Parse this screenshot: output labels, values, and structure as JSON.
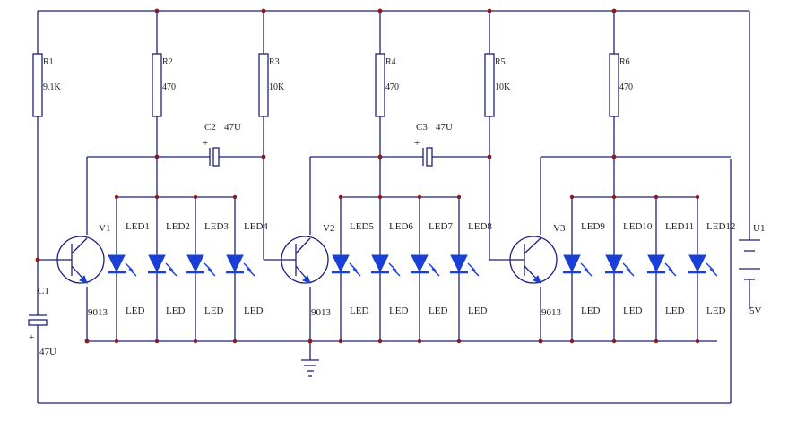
{
  "resistors": [
    {
      "ref": "R1",
      "value": "9.1K"
    },
    {
      "ref": "R2",
      "value": "470"
    },
    {
      "ref": "R3",
      "value": "10K"
    },
    {
      "ref": "R4",
      "value": "470"
    },
    {
      "ref": "R5",
      "value": "10K"
    },
    {
      "ref": "R6",
      "value": "470"
    }
  ],
  "capacitors": [
    {
      "ref": "C1",
      "value": "47U"
    },
    {
      "ref": "C2",
      "value": "47U"
    },
    {
      "ref": "C3",
      "value": "47U"
    }
  ],
  "transistors": [
    {
      "ref": "V1",
      "part": "9013"
    },
    {
      "ref": "V2",
      "part": "9013"
    },
    {
      "ref": "V3",
      "part": "9013"
    }
  ],
  "leds": [
    {
      "ref": "LED1",
      "type": "LED"
    },
    {
      "ref": "LED2",
      "type": "LED"
    },
    {
      "ref": "LED3",
      "type": "LED"
    },
    {
      "ref": "LED4",
      "type": "LED"
    },
    {
      "ref": "LED5",
      "type": "LED"
    },
    {
      "ref": "LED6",
      "type": "LED"
    },
    {
      "ref": "LED7",
      "type": "LED"
    },
    {
      "ref": "LED8",
      "type": "LED"
    },
    {
      "ref": "LED9",
      "type": "LED"
    },
    {
      "ref": "LED10",
      "type": "LED"
    },
    {
      "ref": "LED11",
      "type": "LED"
    },
    {
      "ref": "LED12",
      "type": "LED"
    }
  ],
  "source": {
    "ref": "U1",
    "value": "5V"
  },
  "plus_sign": "+",
  "colors": {
    "wire": "#1f1f7a",
    "led": "#1a3fd6",
    "junction": "#8b1a1a"
  }
}
